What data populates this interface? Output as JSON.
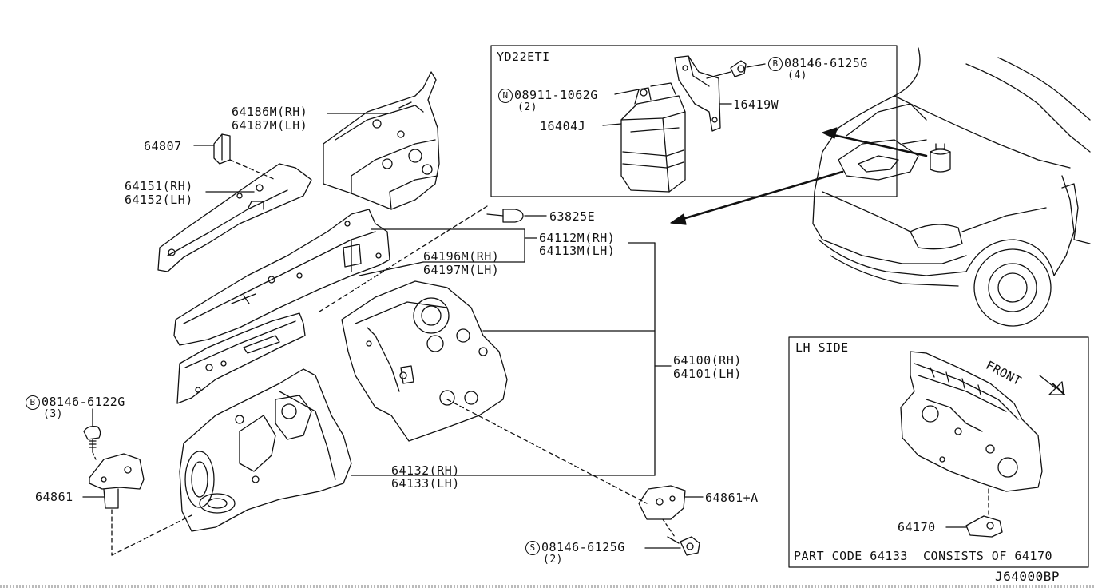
{
  "diagram_code": "J64000BP",
  "inset_engine": {
    "title": "YD22ETI",
    "parts": [
      {
        "prefix": "B",
        "number": "08146-6125G",
        "qty": "(4)"
      },
      {
        "prefix": "N",
        "number": "08911-1062G",
        "qty": "(2)"
      },
      {
        "number": "16419W"
      },
      {
        "number": "16404J"
      }
    ]
  },
  "inset_lh": {
    "title": "LH SIDE",
    "front_label": "FRONT",
    "part": "64170",
    "note": "PART CODE 64133  CONSISTS OF 64170"
  },
  "callouts": {
    "p64186": {
      "rh": "64186M(RH)",
      "lh": "64187M(LH)"
    },
    "p64807": "64807",
    "p64151": {
      "rh": "64151(RH)",
      "lh": "64152(LH)"
    },
    "p63825": "63825E",
    "p64112": {
      "rh": "64112M(RH)",
      "lh": "64113M(LH)"
    },
    "p64196": {
      "rh": "64196M(RH)",
      "lh": "64197M(LH)"
    },
    "p64100": {
      "rh": "64100(RH)",
      "lh": "64101(LH)"
    },
    "p64132": {
      "rh": "64132(RH)",
      "lh": "64133(LH)"
    },
    "p08146_6122": {
      "prefix": "B",
      "number": "08146-6122G",
      "qty": "(3)"
    },
    "p64861": "64861",
    "p64861a": "64861+A",
    "p08146_6125s": {
      "prefix": "S",
      "number": "08146-6125G",
      "qty": "(2)"
    }
  }
}
